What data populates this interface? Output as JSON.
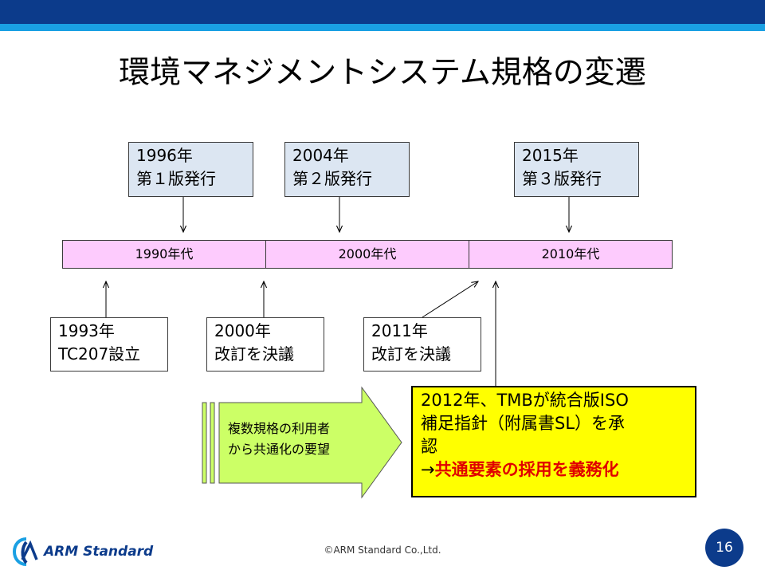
{
  "title": "環境マネジメントシステム規格の変遷",
  "top_events": [
    {
      "year": "1996年",
      "desc": "第１版発行"
    },
    {
      "year": "2004年",
      "desc": "第２版発行"
    },
    {
      "year": "2015年",
      "desc": "第３版発行"
    }
  ],
  "timeline": [
    "1990年代",
    "2000年代",
    "2010年代"
  ],
  "bottom_events": [
    {
      "year": "1993年",
      "desc": "TC207設立"
    },
    {
      "year": "2000年",
      "desc": "改訂を決議"
    },
    {
      "year": "2011年",
      "desc": "改訂を決議"
    }
  ],
  "block_arrow": {
    "line1": "複数規格の利用者",
    "line2": "から共通化の要望"
  },
  "callout": {
    "line1": "2012年、TMBが統合版ISO",
    "line2": "補足指針（附属書SL）を承",
    "line3": "認",
    "line4_prefix": "→",
    "line4_emph": "共通要素の採用を義務化"
  },
  "footer": {
    "logo": "ARM Standard",
    "copyright": "©ARM Standard Co.,Ltd.",
    "page": "16"
  },
  "colors": {
    "header_dark": "#0c3b8b",
    "header_light": "#1aa0e3",
    "top_box": "#dce6f2",
    "timeline": "#fdcbfd",
    "arrow_fill": "#ccff66",
    "callout_fill": "#ffff00",
    "emphasis": "#e00000"
  }
}
